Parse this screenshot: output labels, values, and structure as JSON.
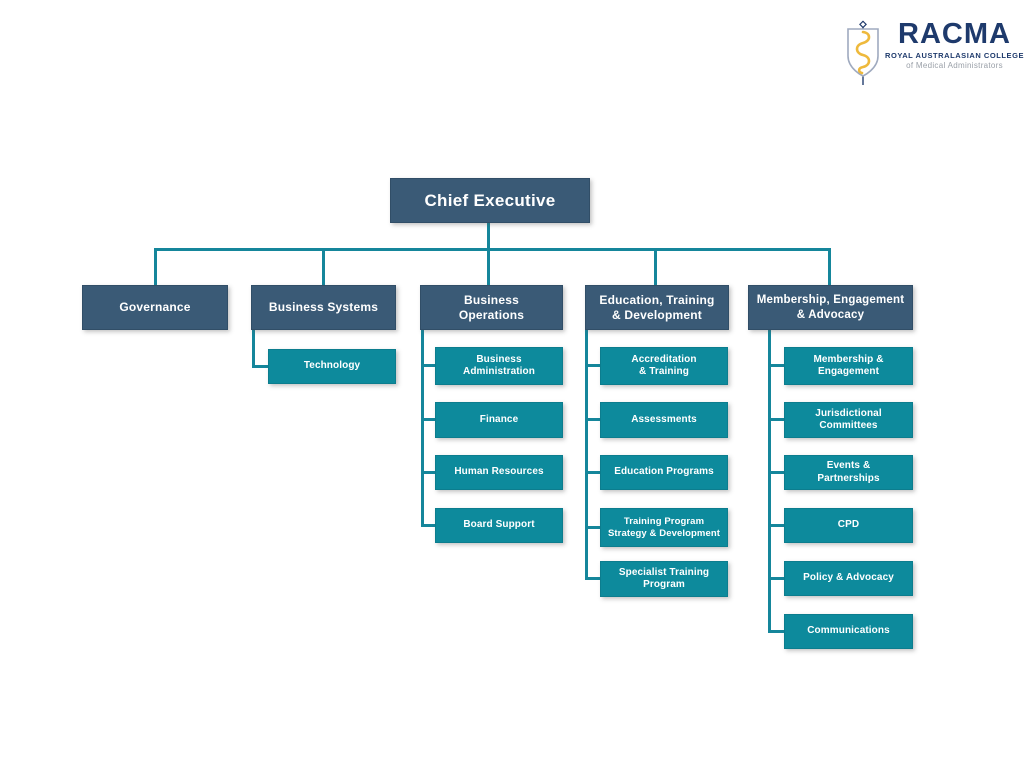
{
  "logo": {
    "acronym": "RACMA",
    "line1": "ROYAL AUSTRALASIAN COLLEGE",
    "line2": "of Medical Administrators"
  },
  "org": {
    "root": {
      "label": "Chief Executive"
    },
    "columns": [
      {
        "label": "Governance",
        "children": []
      },
      {
        "label": "Business Systems",
        "children": [
          {
            "label": "Technology"
          }
        ]
      },
      {
        "label": "Business\nOperations",
        "children": [
          {
            "label": "Business\nAdministration"
          },
          {
            "label": "Finance"
          },
          {
            "label": "Human Resources"
          },
          {
            "label": "Board Support"
          }
        ]
      },
      {
        "label": "Education, Training\n& Development",
        "children": [
          {
            "label": "Accreditation\n& Training"
          },
          {
            "label": "Assessments"
          },
          {
            "label": "Education Programs"
          },
          {
            "label": "Training Program\nStrategy & Development"
          },
          {
            "label": "Specialist Training\nProgram"
          }
        ]
      },
      {
        "label": "Membership, Engagement\n& Advocacy",
        "children": [
          {
            "label": "Membership &\nEngagement"
          },
          {
            "label": "Jurisdictional\nCommittees"
          },
          {
            "label": "Events &\nPartnerships"
          },
          {
            "label": "CPD"
          },
          {
            "label": "Policy & Advocacy"
          },
          {
            "label": "Communications"
          }
        ]
      }
    ]
  },
  "colors": {
    "navy_box": "#3a5a76",
    "teal_box": "#0d8a9c",
    "connector": "#15869b",
    "logo_navy": "#1e3a6c",
    "logo_gold": "#eeb93c",
    "logo_shield": "#9faabf",
    "background": "#ffffff"
  }
}
